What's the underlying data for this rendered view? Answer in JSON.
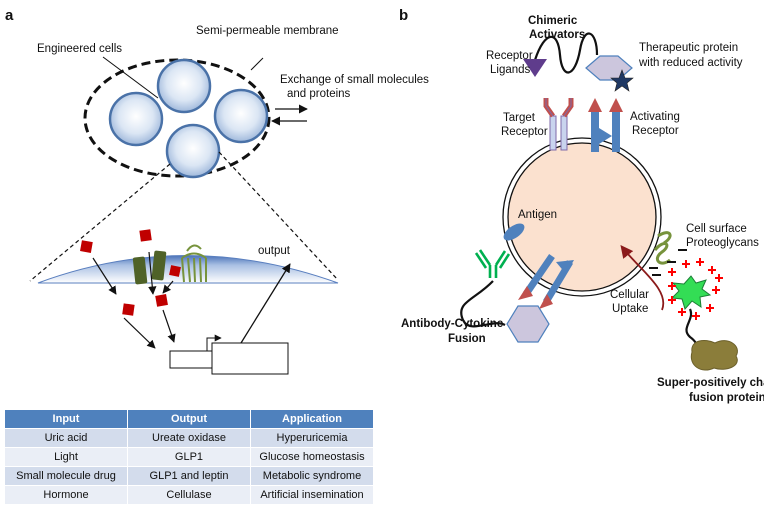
{
  "panel_a": {
    "letter": "a",
    "labels": {
      "engineered_cells": "Engineered cells",
      "membrane": "Semi-permeable membrane",
      "exchange_line1": "Exchange of small molecules",
      "exchange_line2": "and proteins",
      "output": "output"
    }
  },
  "panel_b": {
    "letter": "b",
    "labels": {
      "chimeric_line1": "Chimeric",
      "chimeric_line2": "Activators",
      "receptor_ligands_line1": "Receptor",
      "receptor_ligands_line2": "Ligands",
      "therapeutic_line1": "Therapeutic protein",
      "therapeutic_line2": "with reduced activity",
      "target_receptor_line1": "Target",
      "target_receptor_line2": "Receptor",
      "activating_receptor_line1": "Activating",
      "activating_receptor_line2": "Receptor",
      "antigen": "Antigen",
      "proteoglycans_line1": "Cell surface",
      "proteoglycans_line2": "Proteoglycans",
      "uptake_line1": "Cellular",
      "uptake_line2": "Uptake",
      "antibody_line1": "Antibody-Cytokine",
      "antibody_line2": "Fusion",
      "superpos_line1": "Super-positively charged",
      "superpos_line2": "fusion proteins"
    }
  },
  "table": {
    "headers": [
      "Input",
      "Output",
      "Application"
    ],
    "rows": [
      [
        "Uric acid",
        "Ureate oxidase",
        "Hyperuricemia"
      ],
      [
        "Light",
        "GLP1",
        "Glucose homeostasis"
      ],
      [
        "Small molecule drug",
        "GLP1 and leptin",
        "Metabolic syndrome"
      ],
      [
        "Hormone",
        "Cellulase",
        "Artificial insemination"
      ]
    ]
  },
  "colors": {
    "cell_fill": "#c9d9ee",
    "cell_stroke": "#4a72a8",
    "cell_b_fill": "#fbe1cf",
    "ligand_red": "#c00000",
    "receptor_green": "#4f6228",
    "proteoglycan_green": "#77933c",
    "ligand_purple": "#5f3c8c",
    "hexagon_fill": "#ccc6dd",
    "receptor_blue": "#4f81bd",
    "arrow_red": "#c0504d",
    "antibody_green": "#00b050",
    "charged_star": "#33dd55",
    "plus_red": "#ff0000",
    "blob_olive": "#8b7d3a",
    "uptake_arrow": "#8b1a1a",
    "table_header": "#4f81bd"
  }
}
